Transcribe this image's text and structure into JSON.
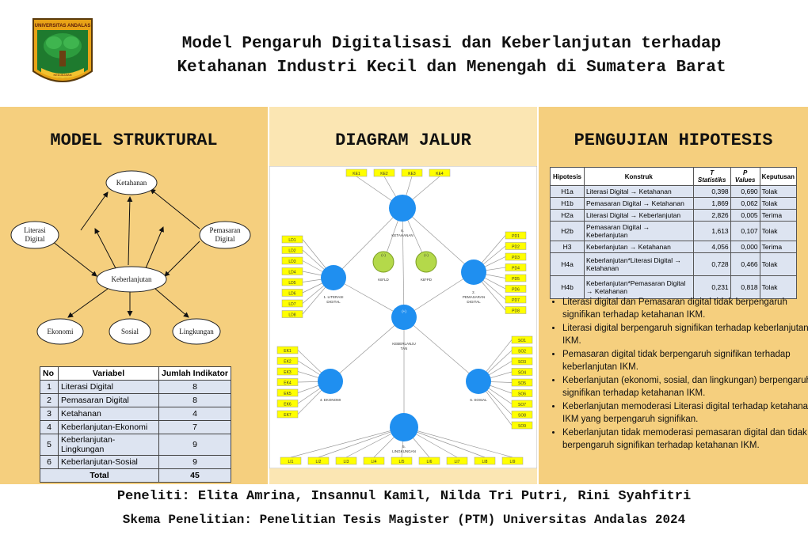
{
  "header": {
    "logo_text_top": "UNIVERSITAS ANDALAS",
    "logo_text_bottom": "KEDJAJAAN",
    "title_line1": "Model Pengaruh Digitalisasi dan Keberlanjutan terhadap",
    "title_line2": "Ketahanan Industri Kecil dan Menengah di Sumatera Barat",
    "colors": {
      "panel": "#f5cf7e",
      "panel_mid": "#fbe6b3",
      "node_blue": "#1f8ff0",
      "indicator_yellow": "#ffff00",
      "moderator_green": "#b4d94a"
    }
  },
  "left": {
    "heading": "MODEL STRUKTURAL",
    "nodes": {
      "ketahanan": "Ketahanan",
      "literasi_line1": "Literasi",
      "literasi_line2": "Digital",
      "pemasaran_line1": "Pemasaran",
      "pemasaran_line2": "Digital",
      "keberlanjutan": "Keberlanjutan",
      "ekonomi": "Ekonomi",
      "sosial": "Sosial",
      "lingkungan": "Lingkungan"
    },
    "table": {
      "headers": [
        "No",
        "Variabel",
        "Jumlah Indikator"
      ],
      "rows": [
        [
          "1",
          "Literasi Digital",
          "8"
        ],
        [
          "2",
          "Pemasaran Digital",
          "8"
        ],
        [
          "3",
          "Ketahanan",
          "4"
        ],
        [
          "4",
          "Keberlanjutan-Ekonomi",
          "7"
        ],
        [
          "5",
          "Keberlanjutan-Lingkungan",
          "9"
        ],
        [
          "6",
          "Keberlanjutan-Sosial",
          "9"
        ]
      ],
      "total_label": "Total",
      "total_value": "45"
    }
  },
  "middle": {
    "heading": "DIAGRAM JALUR",
    "top_indicators": [
      "KE1",
      "KE2",
      "KE3",
      "KE4"
    ],
    "ld_indicators": [
      "LD1",
      "LD2",
      "LD3",
      "LD4",
      "LD5",
      "LD6",
      "LD7",
      "LD8"
    ],
    "pd_indicators": [
      "PD1",
      "PD2",
      "PD3",
      "PD4",
      "PD5",
      "PD6",
      "PD7",
      "PD8"
    ],
    "ek_indicators": [
      "EK1",
      "EK2",
      "EK3",
      "EK4",
      "EK5",
      "EK6",
      "EK7"
    ],
    "so_indicators": [
      "SO1",
      "SO2",
      "SO3",
      "SO4",
      "SO5",
      "SO6",
      "SO7",
      "SO8",
      "SO9"
    ],
    "li_indicators": [
      "LI1",
      "LI2",
      "LI3",
      "LI4",
      "LI5",
      "LI6",
      "LI7",
      "LI8",
      "LI9"
    ],
    "construct_labels": {
      "ketahanan_1": "6.",
      "ketahanan_2": "KETAHANAN",
      "literasi_1": "1. LITERASI",
      "literasi_2": "DIGITAL",
      "pemasaran_1": "2.",
      "pemasaran_2": "PEMASARAN",
      "pemasaran_3": "DIGITAL",
      "keberlanjutan_1": "KEBERLANJU",
      "keberlanjutan_2": "TAN",
      "ekonomi": "4. EKONOMI",
      "sosial": "6. SOSIAL",
      "lingkungan_1": "5.",
      "lingkungan_2": "LINGKUNGAN",
      "mod1": "KB*LD",
      "mod2": "KB*PD",
      "plus": "(+)"
    }
  },
  "right": {
    "heading": "PENGUJIAN HIPOTESIS",
    "table": {
      "headers": [
        "Hipotesis",
        "Konstruk",
        "T Statistiks",
        "P Values",
        "Keputusan"
      ],
      "rows": [
        [
          "H1a",
          "Literasi Digital → Ketahanan",
          "0,398",
          "0,690",
          "Tolak"
        ],
        [
          "H1b",
          "Pemasaran Digital → Ketahanan",
          "1,869",
          "0,062",
          "Tolak"
        ],
        [
          "H2a",
          "Literasi Digital → Keberlanjutan",
          "2,826",
          "0,005",
          "Terima"
        ],
        [
          "H2b",
          "Pemasaran Digital → Keberlanjutan",
          "1,613",
          "0,107",
          "Tolak"
        ],
        [
          "H3",
          "Keberlanjutan → Ketahanan",
          "4,056",
          "0,000",
          "Terima"
        ],
        [
          "H4a",
          "Keberlanjutan*Literasi Digital → Ketahanan",
          "0,728",
          "0,466",
          "Tolak"
        ],
        [
          "H4b",
          "Keberlanjutan*Pemasaran Digital → Ketahanan",
          "0,231",
          "0,818",
          "Tolak"
        ]
      ]
    },
    "conclusions": [
      "Literasi digital dan Pemasaran digital tidak berpengaruh signifikan terhadap ketahanan IKM.",
      "Literasi digital berpengaruh signifikan terhadap keberlanjutan IKM.",
      "Pemasaran digital tidak berpengaruh signifikan terhadap keberlanjutan IKM.",
      "Keberlanjutan (ekonomi, sosial, dan lingkungan) berpengaruh signifikan terhadap ketahanan IKM.",
      "Keberlanjutan memoderasi Literasi digital terhadap ketahanan IKM yang berpengaruh signifikan.",
      "Keberlanjutan tidak memoderasi pemasaran digital dan tidak berpengaruh signifikan terhadap ketahanan IKM."
    ]
  },
  "footer": {
    "researchers": "Peneliti: Elita Amrina, Insannul Kamil, Nilda Tri Putri, Rini Syahfitri",
    "scheme": "Skema Penelitian: Penelitian Tesis Magister (PTM) Universitas Andalas 2024"
  }
}
